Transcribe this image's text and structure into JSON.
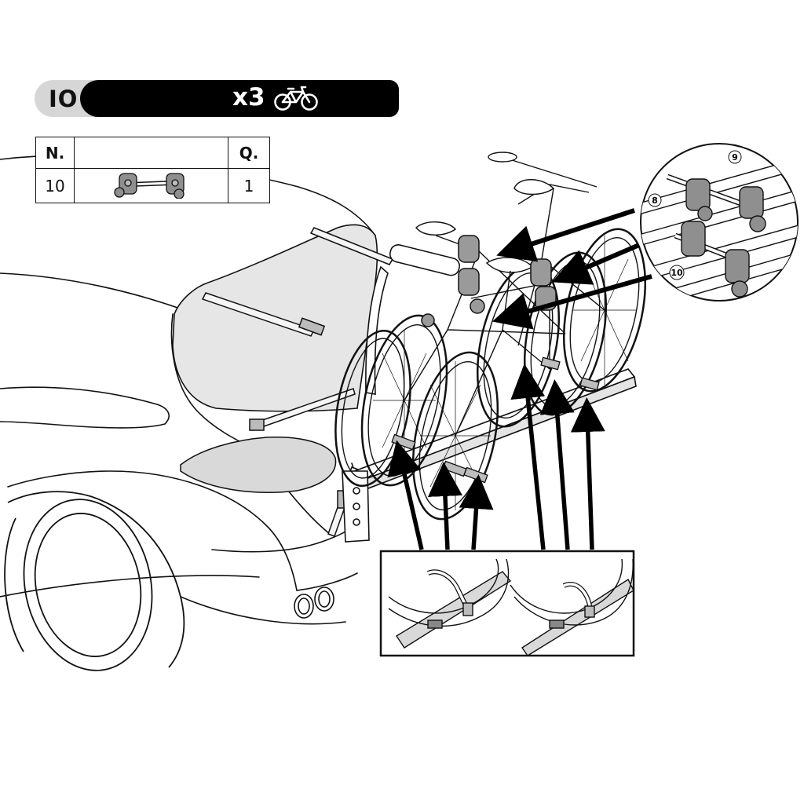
{
  "header": {
    "step_number": "IO",
    "bike_count": "x3",
    "bike_icon": "bicycle-icon"
  },
  "parts_table": {
    "col_number": "N.",
    "col_quantity": "Q.",
    "rows": [
      {
        "number": "10",
        "quantity": "1",
        "icon": "bike-clamp-pair-icon"
      }
    ]
  },
  "detail_callouts": {
    "label_8": "8",
    "label_9": "9",
    "label_10": "10"
  },
  "colors": {
    "header_bar": "#000000",
    "header_pill": "#d6d6d6",
    "shading": "#d9d9d9"
  }
}
